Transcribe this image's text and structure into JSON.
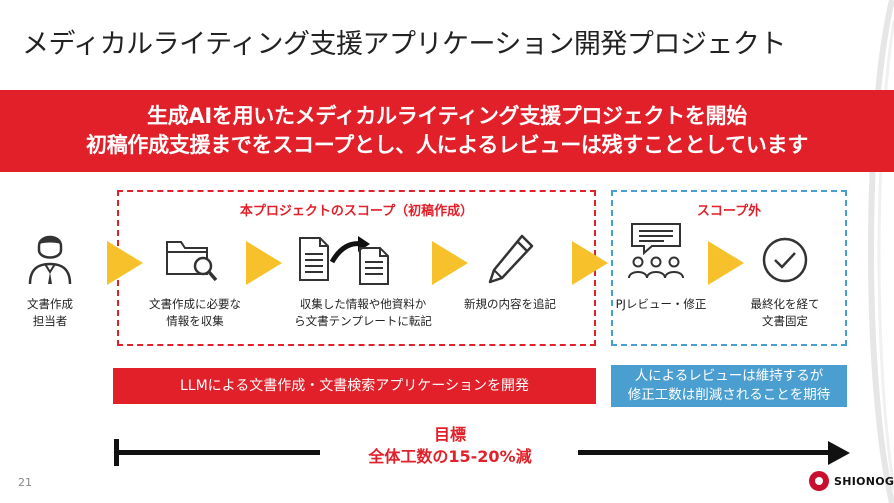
{
  "slide": {
    "title": "メディカルライティング支援アプリケーション開発プロジェクト",
    "page_number": "21"
  },
  "banner": {
    "line1": "生成AIを用いたメディカルライティング支援プロジェクトを開始",
    "line2": "初稿作成支援までをスコープとし、人によるレビューは残すこととしています"
  },
  "scope": {
    "title": "本プロジェクトのスコープ（初稿作成）",
    "out_title": "スコープ外"
  },
  "steps": [
    {
      "label": "文書作成\n担当者",
      "icon": "person-icon"
    },
    {
      "label": "文書作成に必要な\n情報を収集",
      "icon": "folder-search-icon"
    },
    {
      "label": "収集した情報や他資料か\nら文書テンプレートに転記",
      "icon": "document-transfer-icon"
    },
    {
      "label": "新規の内容を追記",
      "icon": "pencil-icon"
    },
    {
      "label": "PJレビュー・修正",
      "icon": "review-meeting-icon"
    },
    {
      "label": "最終化を経て\n文書固定",
      "icon": "check-circle-icon"
    }
  ],
  "bars": {
    "red": "LLMによる文書作成・文書検索アプリケーションを開発",
    "blue_line1": "人によるレビューは維持するが",
    "blue_line2": "修正工数は削減されることを期待"
  },
  "goal": {
    "line1": "目標",
    "line2": "全体工数の15-20%減"
  },
  "brand": {
    "name": "SHIONOGI"
  },
  "colors": {
    "accent_red": "#e2202a",
    "accent_blue": "#4a9ed0",
    "arrow_yellow": "#f6c12a"
  }
}
